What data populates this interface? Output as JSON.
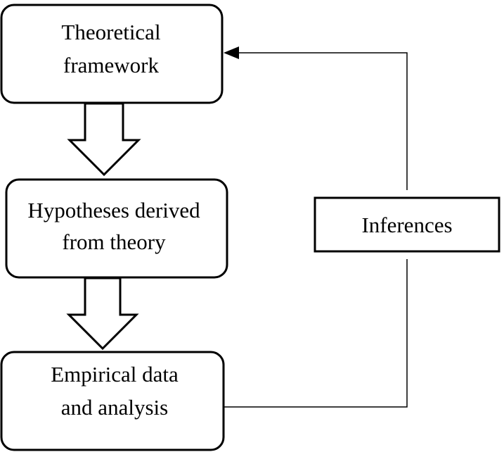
{
  "diagram": {
    "nodes": {
      "theoretical_framework": {
        "line1": "Theoretical",
        "line2": "framework"
      },
      "hypotheses": {
        "line1": "Hypotheses derived",
        "line2": "from theory"
      },
      "empirical": {
        "line1": "Empirical data",
        "line2": "and analysis"
      },
      "inferences": {
        "label": "Inferences"
      }
    },
    "colors": {
      "stroke": "#000000",
      "fill": "#ffffff"
    }
  }
}
